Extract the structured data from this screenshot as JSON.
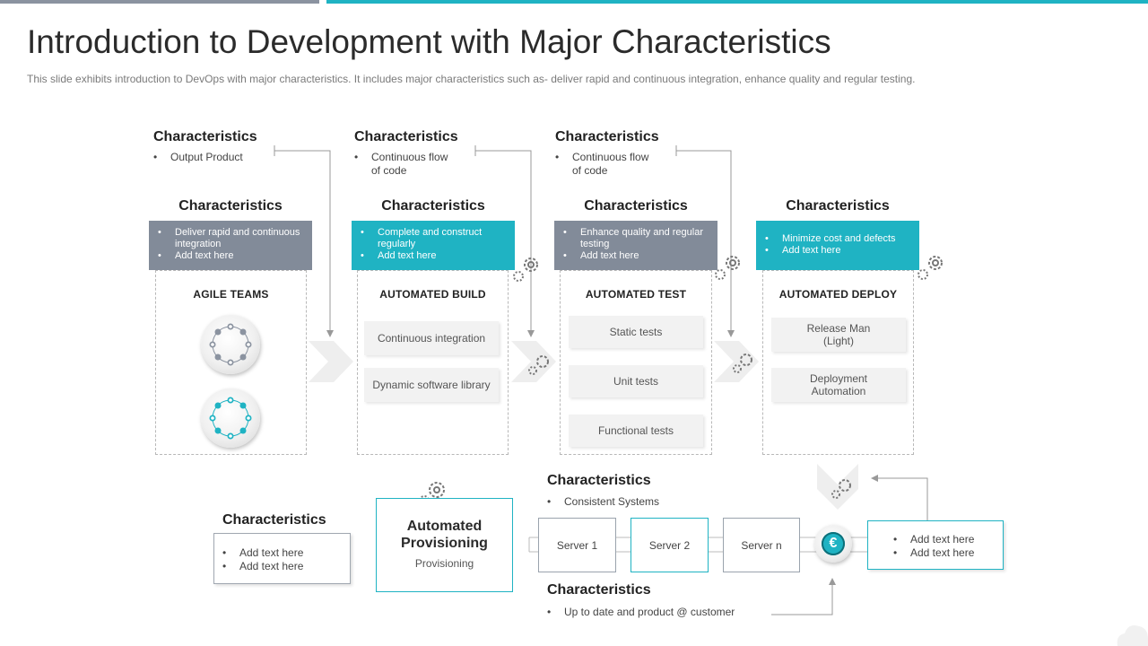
{
  "header": {
    "title": "Introduction to Development with Major Characteristics",
    "subtitle": "This slide exhibits introduction to DevOps  with major characteristics. It includes major characteristics such as- deliver  rapid and continuous integration, enhance quality and regular testing."
  },
  "top_characteristics": [
    {
      "heading": "Characteristics",
      "bullet": "Output Product"
    },
    {
      "heading": "Characteristics",
      "bullet_line1": "Continuous flow",
      "bullet_line2": "of code"
    },
    {
      "heading": "Characteristics",
      "bullet_line1": "Continuous flow",
      "bullet_line2": "of code"
    }
  ],
  "columns": [
    {
      "heading": "Characteristics",
      "band_color": "grey",
      "bullets": [
        "Deliver rapid and continuous integration",
        "Add text here"
      ],
      "label": "AGILE TEAMS",
      "items": []
    },
    {
      "heading": "Characteristics",
      "band_color": "teal",
      "bullets": [
        "Complete  and construct regularly",
        "Add text here"
      ],
      "label": "AUTOMATED BUILD",
      "items": [
        "Continuous integration",
        "Dynamic software library"
      ]
    },
    {
      "heading": "Characteristics",
      "band_color": "grey",
      "bullets": [
        "Enhance quality and regular testing",
        "Add text here"
      ],
      "label": "AUTOMATED TEST",
      "items": [
        "Static tests",
        "Unit tests",
        "Functional tests"
      ]
    },
    {
      "heading": "Characteristics",
      "band_color": "teal",
      "bullets": [
        "Minimize  cost and defects",
        "Add text here"
      ],
      "label": "AUTOMATED DEPLOY",
      "items": [
        "Release Man (Light)",
        "Deployment Automation"
      ]
    }
  ],
  "bottom_left": {
    "heading": "Characteristics",
    "bullets": [
      "Add text here",
      "Add text here"
    ]
  },
  "provisioning": {
    "title_line1": "Automated",
    "title_line2": "Provisioning",
    "subtitle": "Provisioning"
  },
  "servers_top": {
    "heading": "Characteristics",
    "bullet": "Consistent Systems"
  },
  "servers": [
    "Server 1",
    "Server 2",
    "Server n"
  ],
  "servers_bottom": {
    "heading": "Characteristics",
    "bullet": "Up to date and product @ customer"
  },
  "euro_icon": "€",
  "right_box": {
    "bullets": [
      "Add text here",
      "Add text here"
    ]
  },
  "colors": {
    "teal": "#1fb3c3",
    "grey": "#828b99"
  }
}
